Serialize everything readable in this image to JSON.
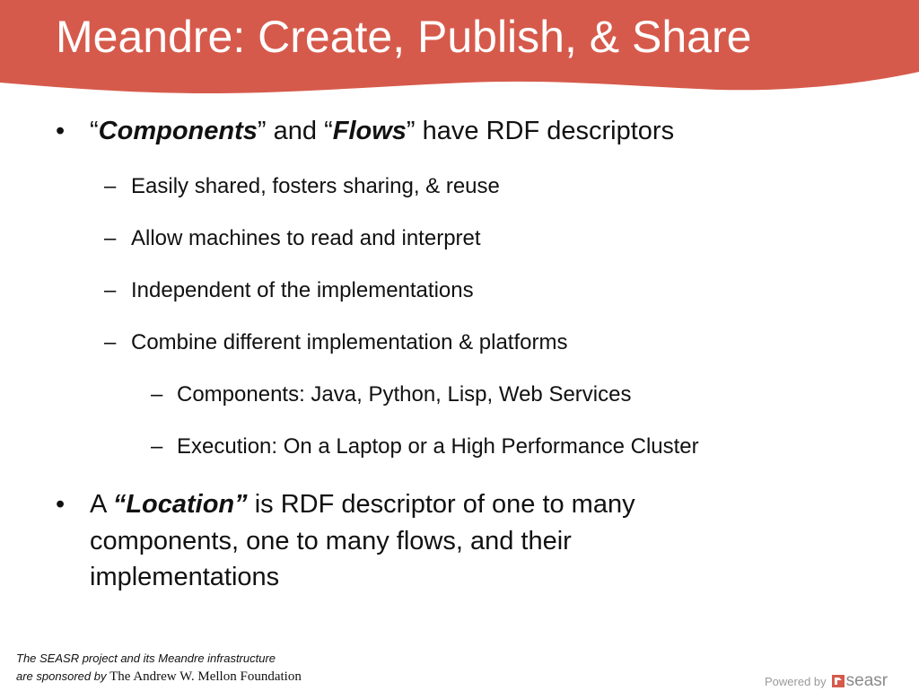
{
  "slide": {
    "title": "Meandre: Create, Publish, & Share",
    "accent_color": "#d65a4b",
    "bullets": [
      {
        "marker": "•",
        "open_quote_1": "“",
        "term_1": "Components",
        "close_quote_1": "”",
        "mid_text": " and ",
        "open_quote_2": "“",
        "term_2": "Flows",
        "close_quote_2": "”",
        "tail_text": " have RDF descriptors",
        "subitems": [
          {
            "marker": "–",
            "text": "Easily shared, fosters sharing, & reuse"
          },
          {
            "marker": "–",
            "text": "Allow machines to read and interpret"
          },
          {
            "marker": "–",
            "text": "Independent of the implementations"
          },
          {
            "marker": "–",
            "text": "Combine different implementation & platforms"
          }
        ],
        "subsubitems": [
          {
            "marker": "–",
            "text": "Components: Java, Python, Lisp, Web Services"
          },
          {
            "marker": "–",
            "text": "Execution: On a Laptop or a High Performance Cluster"
          }
        ]
      },
      {
        "marker": "•",
        "lead_text": "A ",
        "term": "“Location”",
        "line1_rest": " is RDF descriptor of one to many",
        "line2": "components, one to many flows, and their",
        "line3": "implementations"
      }
    ]
  },
  "footer": {
    "line1": "The SEASR project and its Meandre infrastructure",
    "line2_italic": "are sponsored by ",
    "line2_serif": "The Andrew W. Mellon Foundation"
  },
  "powered_by": {
    "label": "Powered by",
    "brand": "seasr",
    "logo_icon": "seasr-logo-icon"
  }
}
